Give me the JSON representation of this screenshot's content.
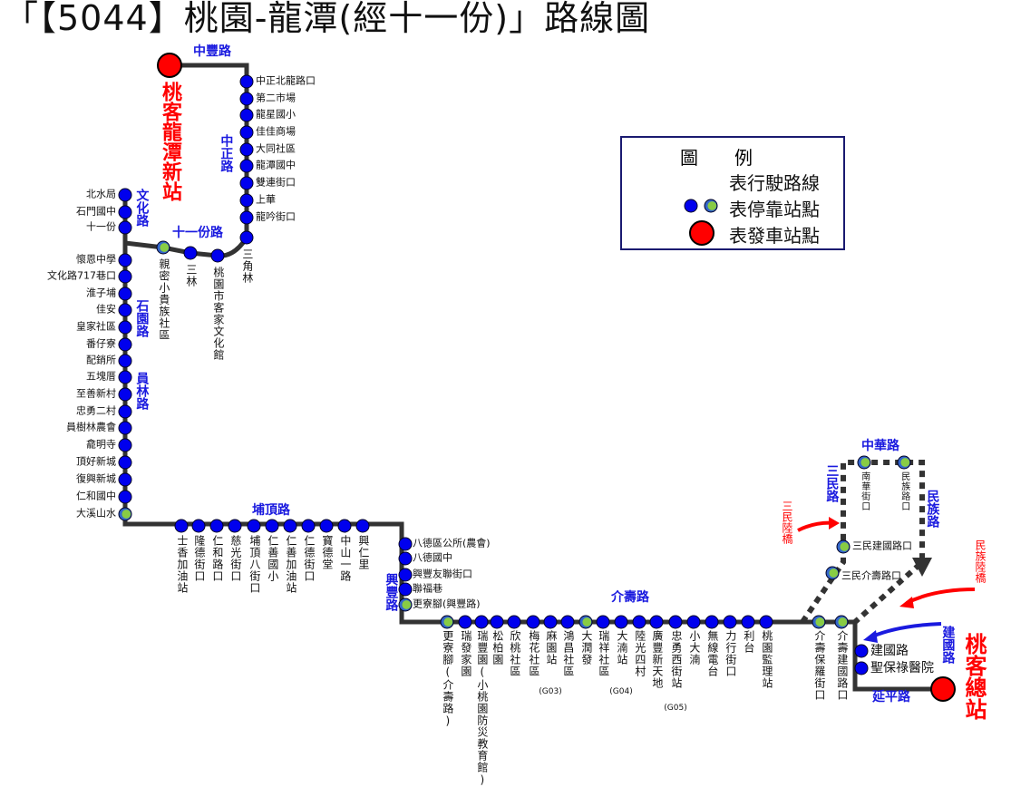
{
  "title": "「【5044】桃園-龍潭(經十一份)」路線圖",
  "origin_top": "桃客龍潭新站",
  "terminal": "桃客總站",
  "roads": {
    "zhongfeng": "中豐路",
    "zhongzheng": "中正路",
    "wenhua": "文化路",
    "shiyifen": "十一份路",
    "shiyuan": "石園路",
    "yuanlin": "員林路",
    "puding": "埔頂路",
    "xingfeng": "興豐路",
    "jieshou": "介壽路",
    "zhonghua": "中華路",
    "sanmin": "三民路",
    "minzu": "民族路",
    "jianguo": "建國路",
    "yanping": "延平路"
  },
  "bridges": {
    "sanmin": "三民陸橋",
    "minzu": "民族陸橋"
  },
  "stops": {
    "zhongzheng": [
      "中正北龍路口",
      "第二市場",
      "龍星國小",
      "佳佳商場",
      "大同社區",
      "龍潭國中",
      "雙連街口",
      "上華",
      "龍吟街口"
    ],
    "shiyifen": [
      "三角林",
      "桃園市客家文化館",
      "三林",
      "親密小貴族社區"
    ],
    "wenhua": [
      "北水局",
      "石門國中",
      "十一份"
    ],
    "left": [
      "懷恩中學",
      "文化路717巷口",
      "淮子埔",
      "佳安",
      "皇家社區",
      "番仔寮",
      "配銷所",
      "五塊厝",
      "至善新村",
      "忠勇二村",
      "員樹林農會",
      "龕明寺",
      "頂好新城",
      "復興新城",
      "仁和國中",
      "大溪山水"
    ],
    "puding": [
      "士香加油站",
      "隆德街口",
      "仁和路口",
      "慈光街口",
      "埔頂八街口",
      "仁善國小",
      "仁善加油站",
      "仁德街口",
      "寶德堂",
      "中山一路",
      "興仁里"
    ],
    "xingfeng": [
      "八德區公所(農會)",
      "八德國中",
      "興豐友聯街口",
      "聯福巷",
      "更寮腳(興豐路)"
    ],
    "jieshou": [
      "更寮腳(介壽路)",
      "瑞發家園",
      "瑞豐園(小桃園防災教育館)",
      "松柏園",
      "欣桃社區",
      "梅花社區",
      "麻園站",
      "鴻昌社區",
      "大潤發",
      "瑞祥社區",
      "大湳站",
      "陸光四村",
      "廣豐新天地",
      "忠勇西街站",
      "小大湳",
      "無線電台",
      "力行街口",
      "利台",
      "桃園監理站"
    ],
    "jieshou_codes": {
      "6": "(G03)",
      "10": "(G04)",
      "13": "(G05)"
    },
    "jieshou_east": [
      "介壽保羅街口",
      "介壽建國路口"
    ],
    "loop": [
      "三民介壽路口",
      "三民建國路口",
      "南華街口",
      "民族路口"
    ],
    "jianguo": [
      "建國路",
      "聖保祿醫院"
    ]
  },
  "legend": {
    "title": "圖　　例",
    "route": "表行駛路線",
    "stop": "表停靠站點",
    "origin": "表發車站點"
  }
}
